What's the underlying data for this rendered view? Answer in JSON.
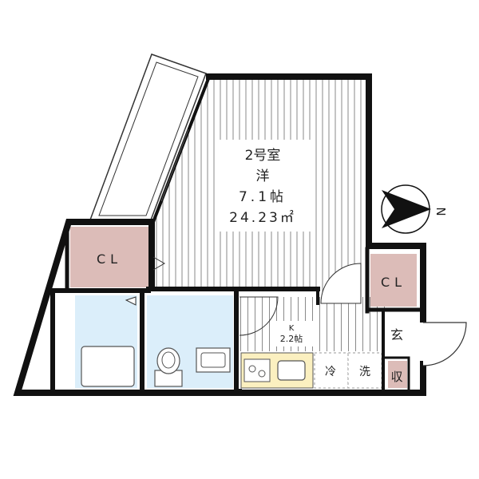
{
  "rooms": {
    "western": {
      "name": "2号室",
      "type": "洋",
      "size_jo": "7.1帖",
      "area": "24.23㎡"
    },
    "kitchen": {
      "letter": "K",
      "size_jo": "2.2帖"
    },
    "closet_left": "CL",
    "closet_right": "CL",
    "entrance": "玄",
    "storage": "収",
    "fridge_space": "冷",
    "washer_space": "洗"
  },
  "compass": {
    "label": "N"
  },
  "colors": {
    "wall": "#111111",
    "closet": "#dcbcb8",
    "bath": "#dbeefa",
    "kitchen_counter": "#fbf0c0",
    "stripe": "#888888"
  }
}
